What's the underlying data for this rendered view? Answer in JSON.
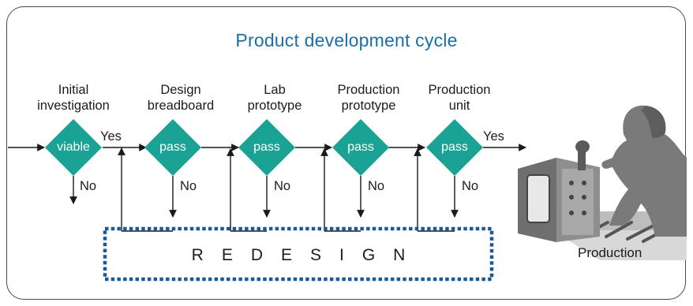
{
  "title": "Product development cycle",
  "stages": [
    {
      "label": "Initial investigation",
      "decision": "viable",
      "yes": "Yes",
      "no": "No"
    },
    {
      "label": "Design breadboard",
      "decision": "pass",
      "no": "No"
    },
    {
      "label": "Lab prototype",
      "decision": "pass",
      "no": "No"
    },
    {
      "label": "Production prototype",
      "decision": "pass",
      "no": "No"
    },
    {
      "label": "Production unit",
      "decision": "pass",
      "yes": "Yes",
      "no": "No"
    }
  ],
  "redesign": "REDESIGN",
  "production_label": "Production",
  "colors": {
    "diamond": "#1aa295",
    "arrow": "#1a1a1a",
    "redesign_border": "#1a5a9a",
    "title": "#1a6fa8"
  }
}
